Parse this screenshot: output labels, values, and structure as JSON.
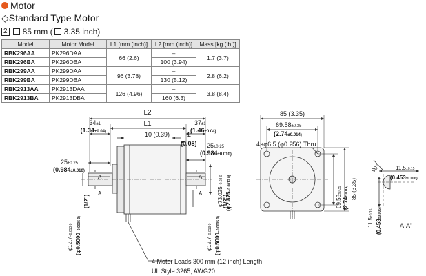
{
  "section": {
    "title": "Motor"
  },
  "subsection": {
    "title": "Standard Type Motor"
  },
  "frame": {
    "num": "2",
    "text": "85 mm (",
    "inch": "3.35 inch)"
  },
  "table": {
    "headers": [
      "Model",
      "Motor Model",
      "L1 [mm (inch)]",
      "L2 [mm (inch)]",
      "Mass [kg (lb.)]"
    ],
    "rows": [
      {
        "model": "RBK296AA",
        "motor": "PK296DAA",
        "l1": "66 (2.6)",
        "l2": "–",
        "mass": "1.7 (3.7)"
      },
      {
        "model": "RBK296BA",
        "motor": "PK296DBA",
        "l2": "100 (3.94)"
      },
      {
        "model": "RBK299AA",
        "motor": "PK299DAA",
        "l1": "96 (3.78)",
        "l2": "–",
        "mass": "2.8 (6.2)"
      },
      {
        "model": "RBK299BA",
        "motor": "PK299DBA",
        "l2": "130 (5.12)"
      },
      {
        "model": "RBK2913AA",
        "motor": "PK2913DAA",
        "l1": "126 (4.96)",
        "l2": "–",
        "mass": "3.8 (8.4)"
      },
      {
        "model": "RBK2913BA",
        "motor": "PK2913DBA",
        "l2": "160 (6.3)"
      }
    ]
  },
  "drawing": {
    "L2": "L2",
    "L1": "L1",
    "d34": "34",
    "d34tol": "±1",
    "d134": "(1.34",
    "d134tol": "±0.04)",
    "d37": "37",
    "d37tol": "±1",
    "d146": "(1.46",
    "d146tol": "±0.04)",
    "d10": "10 (0.39)",
    "d2": "2",
    "d008": "(0.08)",
    "d25a": "25",
    "d25atol": "±0.25",
    "d0984a": "(0.984",
    "d0984atol": "±0.010)",
    "d25b": "25",
    "d25btol": "±0.25",
    "d0984b": "(0.984",
    "d0984btol": "±0.010)",
    "secA1": "A",
    "secA2": "A",
    "secA3": "A",
    "secA4": "A",
    "pilot": "φ73.025",
    "pilottol": "−0.03 0",
    "pilotin": "(φ2.875",
    "pilotintol": "−0.0012 0)",
    "shaft1": "φ12.7",
    "shaft1tol": "−0.013 0",
    "shaft1in": "(φ0.5000",
    "shaft1intol": "−0.0005 0)",
    "shaft1half": "(1/2\")",
    "shaft2": "φ12.7",
    "shaft2tol": "−0.013 0",
    "shaft2in": "(φ0.5000",
    "shaft2intol": "−0.0005 0)",
    "shaft2half": "(1/2\")",
    "d85": "85 (3.35)",
    "d6958": "69.58",
    "d6958tol": "±0.35",
    "d274": "(2.74",
    "d274tol": "±0.014)",
    "holes": "4×φ6.5 (φ0.256) Thru",
    "v6958": "69.58",
    "v6958tol": "±0.35",
    "v274": "(2.74",
    "v274tol": "±0.014)",
    "v85": "85 (3.35)",
    "ang90": "90°",
    "d115": "11.5",
    "d115tol": "±0.15",
    "d0453": "(0.453",
    "d0453tol": "±0.006)",
    "v115": "11.5",
    "v115tol": "±0.15",
    "v0453": "(0.453",
    "v0453tol": "±0.006)",
    "sectionLabel": "A-A'",
    "leads1": "4 Motor Leads 300 mm (12 inch) Length",
    "leads2": "UL Style 3265, AWG20"
  }
}
